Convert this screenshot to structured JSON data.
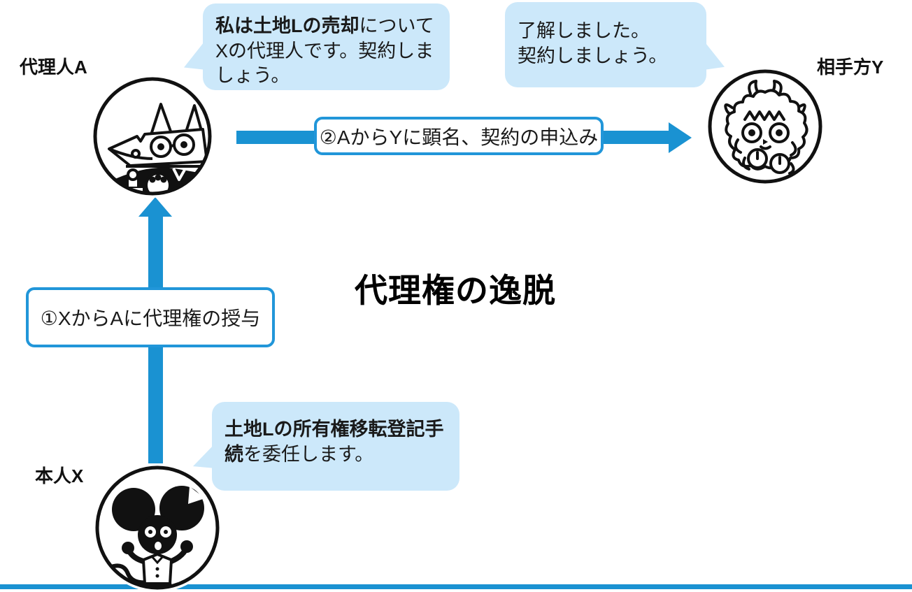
{
  "page": {
    "background": "#ffffff",
    "accent_blue": "#1a92d2",
    "bubble_blue": "#cce8fa",
    "title": "代理権の逸脱"
  },
  "actors": {
    "agent": {
      "label": "代理人A",
      "icon": "fox-businessman-avatar"
    },
    "counterparty": {
      "label": "相手方Y",
      "icon": "sheep-avatar"
    },
    "principal": {
      "label": "本人X",
      "icon": "mouse-avatar"
    }
  },
  "bubbles": {
    "agent_offer": {
      "bold": "私は土地Lの売却",
      "rest": "についてXの代理人です。契約しましょう。"
    },
    "counterparty_reply": {
      "text": "了解しました。\n契約しましょう。"
    },
    "principal_mandate": {
      "bold": "土地Lの所有権移転登記手続",
      "rest": "を委任します。"
    }
  },
  "arrows": {
    "authority_grant": {
      "label": "①XからAに代理権の授与",
      "direction": "up"
    },
    "contract_offer": {
      "label": "②AからYに顕名、契約の申込み",
      "direction": "right"
    }
  }
}
